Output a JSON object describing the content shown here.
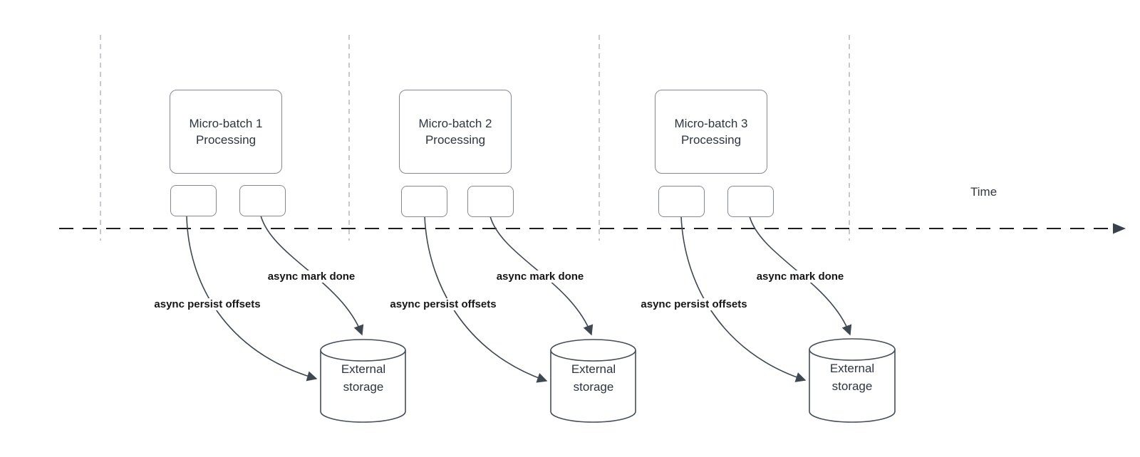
{
  "diagram": {
    "time_label": "Time",
    "groups": [
      {
        "title": "Micro-batch 1\nProcessing",
        "persist_label": "async persist offsets",
        "done_label": "async mark done",
        "storage_label": "External\nstorage"
      },
      {
        "title": "Micro-batch 2\nProcessing",
        "persist_label": "async persist offsets",
        "done_label": "async mark done",
        "storage_label": "External\nstorage"
      },
      {
        "title": "Micro-batch 3\nProcessing",
        "persist_label": "async persist offsets",
        "done_label": "async mark done",
        "storage_label": "External\nstorage"
      }
    ],
    "colors": {
      "shape_stroke": "#85898f",
      "connector_stroke": "#3f4751",
      "timeline_stroke": "#1e1e1e",
      "gridline_stroke": "#b4b8bd",
      "shape_text": "#2f353e",
      "edge_label_text": "#161616",
      "background": "#ffffff"
    }
  }
}
